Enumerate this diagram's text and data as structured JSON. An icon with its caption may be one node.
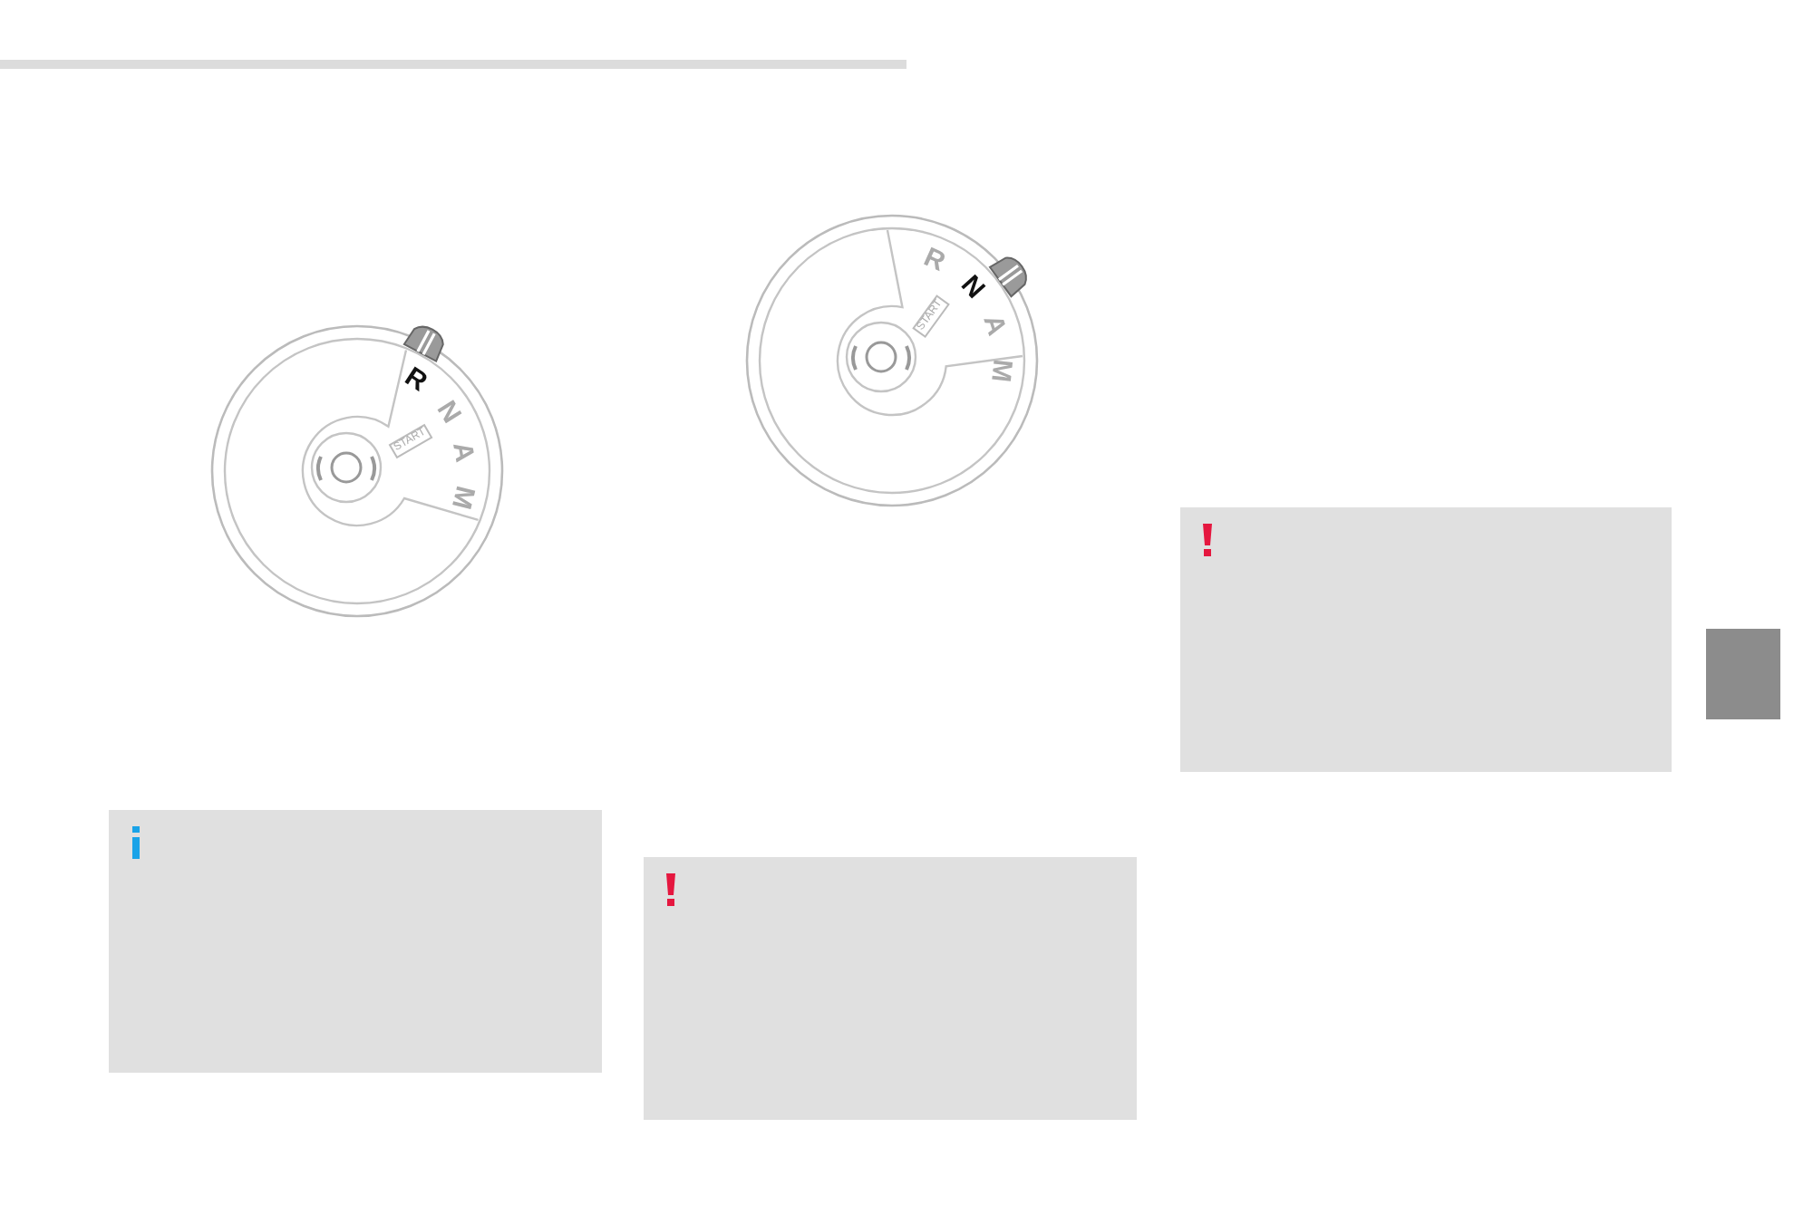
{
  "diagram": {
    "labels": [
      "R",
      "N",
      "A",
      "M",
      "START",
      "R",
      "N",
      "A",
      "M",
      "START"
    ]
  }
}
